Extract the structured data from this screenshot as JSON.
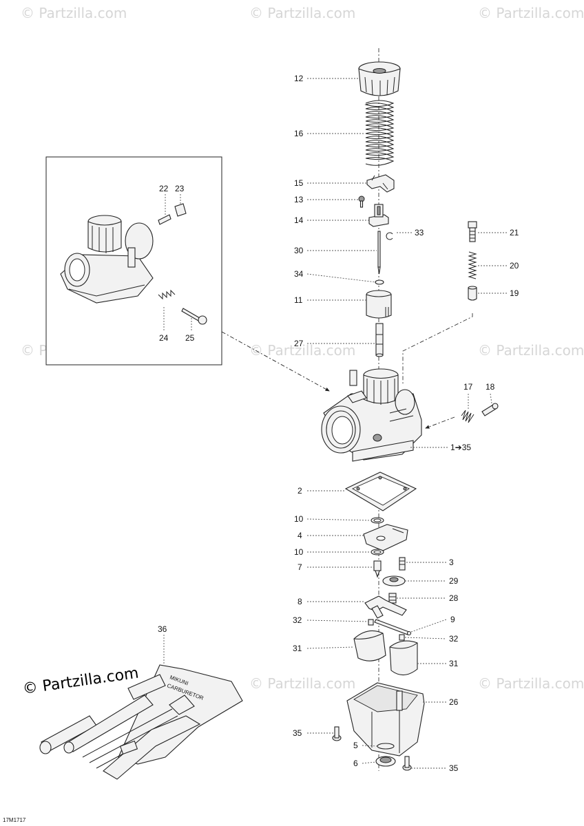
{
  "watermark": "© Partzilla.com",
  "diagram_code": "17M1717",
  "callouts": {
    "c12": "12",
    "c16": "16",
    "c15": "15",
    "c13": "13",
    "c14": "14",
    "c30": "30",
    "c33": "33",
    "c34": "34",
    "c11": "11",
    "c27": "27",
    "c21": "21",
    "c20": "20",
    "c19": "19",
    "c17": "17",
    "c18": "18",
    "c1": "1➔35",
    "c2": "2",
    "c10a": "10",
    "c4": "4",
    "c10b": "10",
    "c3": "3",
    "c7": "7",
    "c29": "29",
    "c28": "28",
    "c8": "8",
    "c9": "9",
    "c32a": "32",
    "c32b": "32",
    "c31a": "31",
    "c31b": "31",
    "c26": "26",
    "c35a": "35",
    "c35b": "35",
    "c5": "5",
    "c6": "6",
    "c22": "22",
    "c23": "23",
    "c24": "24",
    "c25": "25",
    "c36": "36"
  },
  "toolkit_text": [
    "MIKUNI",
    "CARBURETOR"
  ]
}
